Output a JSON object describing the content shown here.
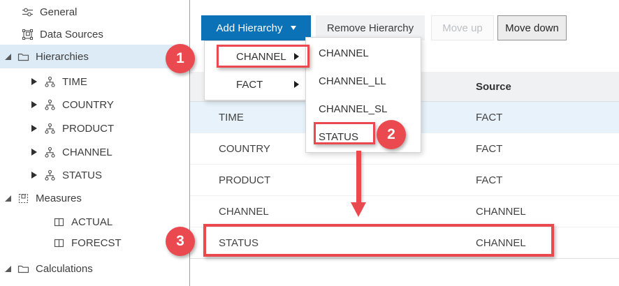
{
  "colors": {
    "accent_red": "#ea4a4f",
    "primary_blue": "#0b72b8",
    "selection_blue": "#e7f2fa",
    "sidebar_selection": "#dcebf6",
    "header_gray": "#f0f1f2"
  },
  "sidebar": {
    "items": [
      {
        "label": "General",
        "icon": "sliders-icon"
      },
      {
        "label": "Data Sources",
        "icon": "data-sources-icon"
      },
      {
        "label": "Hierarchies",
        "icon": "folder-icon",
        "state": "expanded",
        "selected": true
      },
      {
        "label": "TIME",
        "icon": "hierarchy-icon",
        "state": "collapsed"
      },
      {
        "label": "COUNTRY",
        "icon": "hierarchy-icon",
        "state": "collapsed"
      },
      {
        "label": "PRODUCT",
        "icon": "hierarchy-icon",
        "state": "collapsed"
      },
      {
        "label": "CHANNEL",
        "icon": "hierarchy-icon",
        "state": "collapsed"
      },
      {
        "label": "STATUS",
        "icon": "hierarchy-icon",
        "state": "collapsed"
      },
      {
        "label": "Measures",
        "icon": "measures-icon",
        "state": "expanded"
      },
      {
        "label": "ACTUAL",
        "icon": "columns-icon"
      },
      {
        "label": "FORECST",
        "icon": "columns-icon"
      },
      {
        "label": "Calculations",
        "icon": "folder-icon",
        "state": "expanded"
      }
    ]
  },
  "toolbar": {
    "add_label": "Add Hierarchy",
    "remove_label": "Remove Hierarchy",
    "move_up_label": "Move up",
    "move_down_label": "Move down"
  },
  "add_menu": {
    "items": [
      {
        "label": "CHANNEL",
        "has_submenu": true
      },
      {
        "label": "FACT",
        "has_submenu": true
      }
    ]
  },
  "channel_submenu": {
    "items": [
      "CHANNEL",
      "CHANNEL_LL",
      "CHANNEL_SL",
      "STATUS"
    ]
  },
  "table": {
    "columns": [
      "",
      "Source"
    ],
    "rows": [
      {
        "name": "TIME",
        "source": "FACT",
        "selected": true
      },
      {
        "name": "COUNTRY",
        "source": "FACT"
      },
      {
        "name": "PRODUCT",
        "source": "FACT"
      },
      {
        "name": "CHANNEL",
        "source": "CHANNEL"
      },
      {
        "name": "STATUS",
        "source": "CHANNEL",
        "highlighted": true
      }
    ]
  },
  "annotations": {
    "steps": [
      "1",
      "2",
      "3"
    ]
  }
}
